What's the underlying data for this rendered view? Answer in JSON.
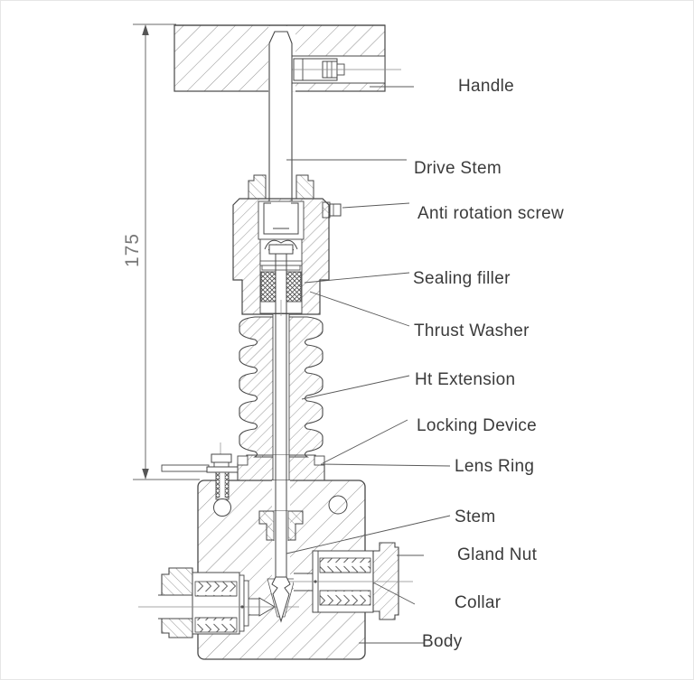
{
  "diagram": {
    "type": "valve cross-section technical drawing",
    "dimension_label": "175",
    "labels": {
      "handle": "Handle",
      "drive_stem": "Drive Stem",
      "anti_rotation_screw": "Anti rotation screw",
      "sealing_filler": "Sealing filler",
      "thrust_washer": "Thrust Washer",
      "ht_extension": "Ht Extension",
      "locking_device": "Locking Device",
      "lens_ring": "Lens Ring",
      "stem": "Stem",
      "gland_nut": "Gland Nut",
      "collar": "Collar",
      "body": "Body"
    },
    "line_color": "#474747",
    "label_color": "#3b3b3b",
    "background": "#ffffff"
  }
}
